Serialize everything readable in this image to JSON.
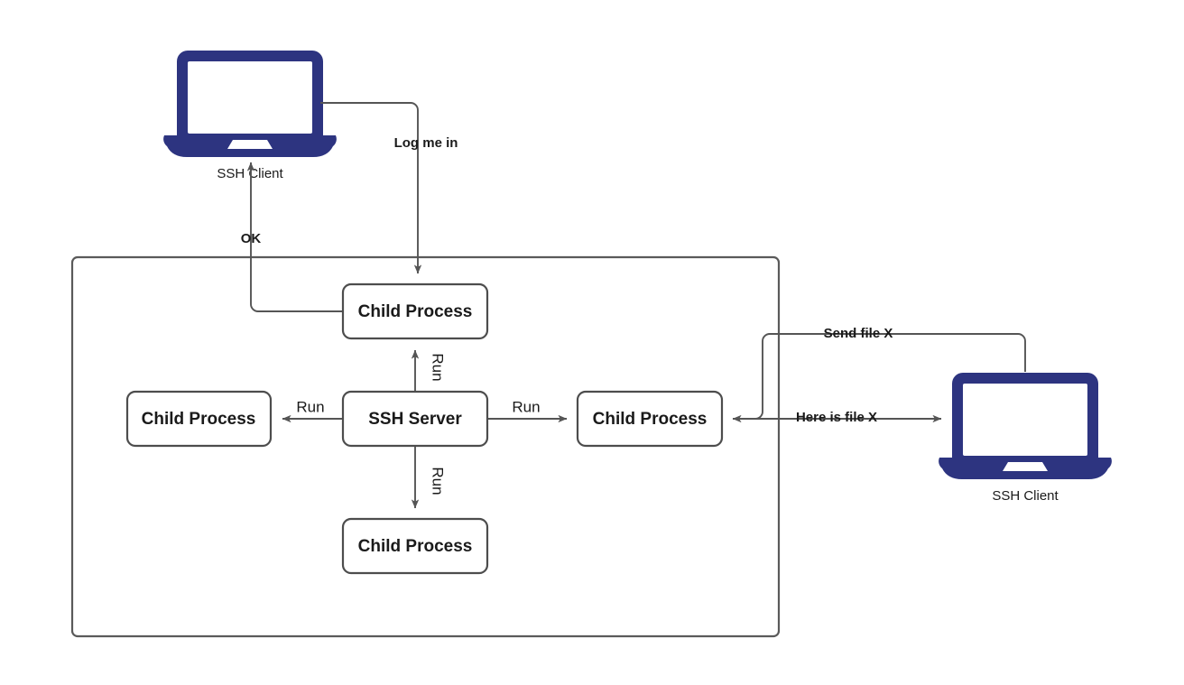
{
  "diagram": {
    "title": "SSH Server forking child processes for clients",
    "colors": {
      "device": "#2d3480",
      "box_border": "#4d4d4d",
      "container_border": "#5a5a5a",
      "edge": "#555555",
      "text": "#1a1a1a",
      "background": "#ffffff"
    },
    "container": {
      "label": ""
    },
    "nodes": [
      {
        "id": "child_top",
        "label": "Child Process"
      },
      {
        "id": "child_left",
        "label": "Child Process"
      },
      {
        "id": "ssh_server",
        "label": "SSH Server"
      },
      {
        "id": "child_right",
        "label": "Child Process"
      },
      {
        "id": "child_bottom",
        "label": "Child Process"
      }
    ],
    "devices": [
      {
        "id": "client_top",
        "caption": "SSH Client",
        "icon": "laptop-icon"
      },
      {
        "id": "client_right",
        "caption": "SSH Client",
        "icon": "laptop-icon"
      }
    ],
    "edges": [
      {
        "id": "login",
        "label": "Log me in",
        "from": "client_top",
        "to": "child_top",
        "style": "bold",
        "orientation": "horizontal"
      },
      {
        "id": "ok",
        "label": "OK",
        "from": "child_top",
        "to": "client_top",
        "style": "bold",
        "orientation": "horizontal"
      },
      {
        "id": "run_up",
        "label": "Run",
        "from": "ssh_server",
        "to": "child_top",
        "style": "normal",
        "orientation": "vertical"
      },
      {
        "id": "run_left",
        "label": "Run",
        "from": "ssh_server",
        "to": "child_left",
        "style": "normal",
        "orientation": "horizontal"
      },
      {
        "id": "run_right",
        "label": "Run",
        "from": "ssh_server",
        "to": "child_right",
        "style": "normal",
        "orientation": "horizontal"
      },
      {
        "id": "run_down",
        "label": "Run",
        "from": "ssh_server",
        "to": "child_bottom",
        "style": "normal",
        "orientation": "vertical"
      },
      {
        "id": "send_file",
        "label": "Send file X",
        "from": "client_right",
        "to": "child_right",
        "style": "bold",
        "orientation": "horizontal"
      },
      {
        "id": "here_is_file",
        "label": "Here is file X",
        "from": "child_right",
        "to": "client_right",
        "style": "bold",
        "orientation": "horizontal"
      }
    ]
  }
}
